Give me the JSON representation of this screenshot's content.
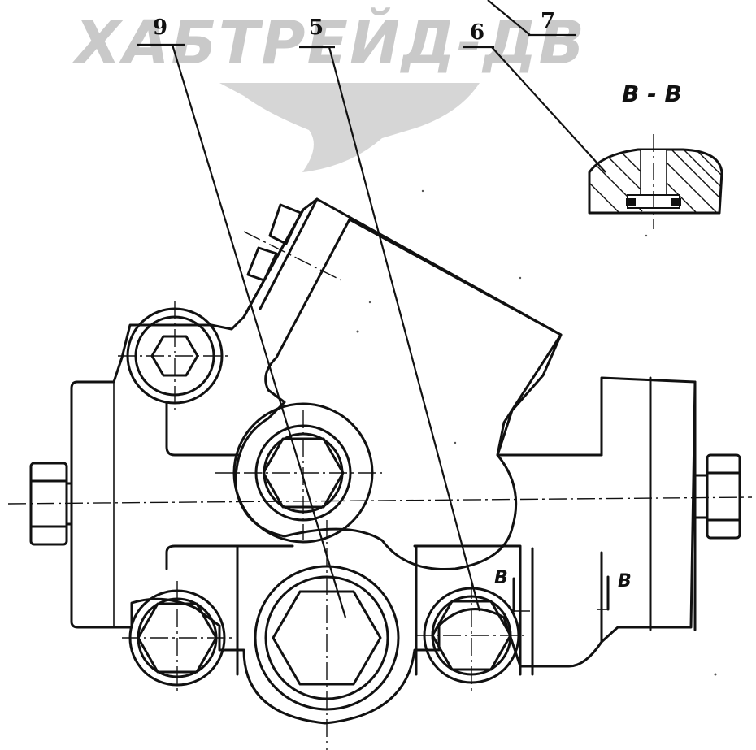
{
  "watermark": {
    "text": "ХАБТРЕЙД-ДВ",
    "color": "#c9c9c9"
  },
  "callouts": {
    "part_9": "9",
    "part_5": "5",
    "part_7": "7",
    "part_6": "6"
  },
  "section": {
    "title": "B - B",
    "marker_left": "B",
    "marker_right": "B"
  },
  "colors": {
    "ink": "#111111",
    "background": "#ffffff"
  }
}
